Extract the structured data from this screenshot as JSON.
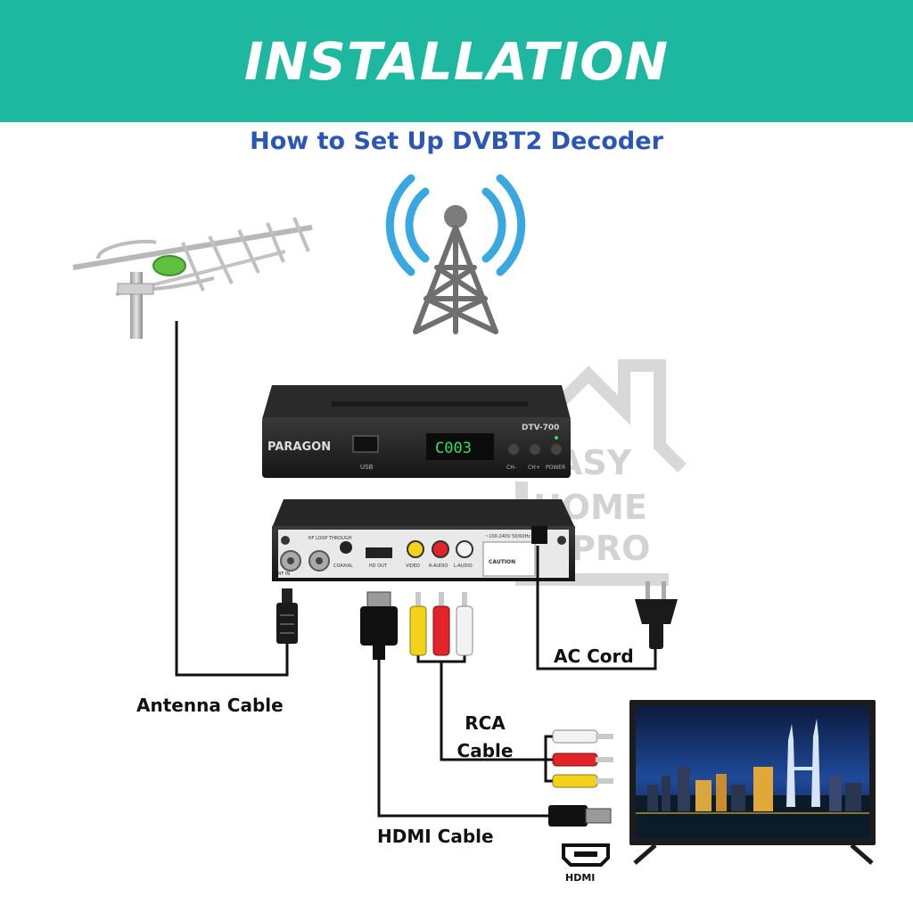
{
  "header": {
    "title": "INSTALLATION",
    "subtitle": "How to Set Up DVBT2 Decoder"
  },
  "labels": {
    "antenna_cable": "Antenna Cable",
    "ac_cord": "AC Cord",
    "rca_cable_line1": "RCA",
    "rca_cable_line2": "Cable",
    "hdmi_cable": "HDMI Cable"
  },
  "decoder": {
    "brand": "PARAGON",
    "model": "DTV-700",
    "display": "C003",
    "usb_label": "USB",
    "front_buttons": [
      "CH-",
      "CH+",
      "POWER"
    ],
    "rear_ports": [
      "RF IN",
      "RF LOOP THROUGH",
      "COAXIAL",
      "HD OUT",
      "VIDEO",
      "R-AUDIO",
      "L-AUDIO"
    ],
    "rear_caution": "CAUTION",
    "rear_rating": "~100-240V 50/60Hz"
  },
  "hdmi_logo": "HDMI",
  "watermark": {
    "line1": "EASY",
    "line2": "HOME",
    "line3": "PRO"
  },
  "colors": {
    "banner": "#1db89f",
    "subtitle": "#2b56b4",
    "signal_waves": "#3aa8e0",
    "rca_yellow": "#f2d21b",
    "rca_red": "#e0242a",
    "rca_white": "#f2f2f2",
    "antenna_mount": "#5fbf3f"
  }
}
